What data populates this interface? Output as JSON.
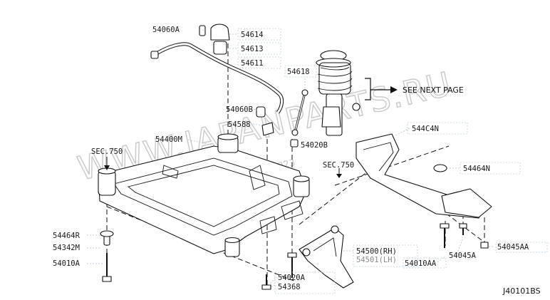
{
  "watermark": {
    "text": "WWW.JAPANPARTS.RU",
    "date": "02.2023"
  },
  "note": "SEE NEXT PAGE",
  "diagram_code": "J40101BS",
  "sec_labels": [
    "SEC.750",
    "SEC.750"
  ],
  "callouts": [
    "54060A",
    "54614",
    "54613",
    "54611",
    "54618",
    "54060B",
    "54588",
    "54400M",
    "54020B",
    "544C4N",
    "54464N",
    "54464R",
    "54342M",
    "54010A",
    "54500(RH)",
    "54501(LH)",
    "54010AA",
    "54045A",
    "54045AA",
    "54020A",
    "54368"
  ],
  "colors": {
    "line": "#111111",
    "leader": "#aac4d8",
    "watermark": "#c9c9c9"
  }
}
